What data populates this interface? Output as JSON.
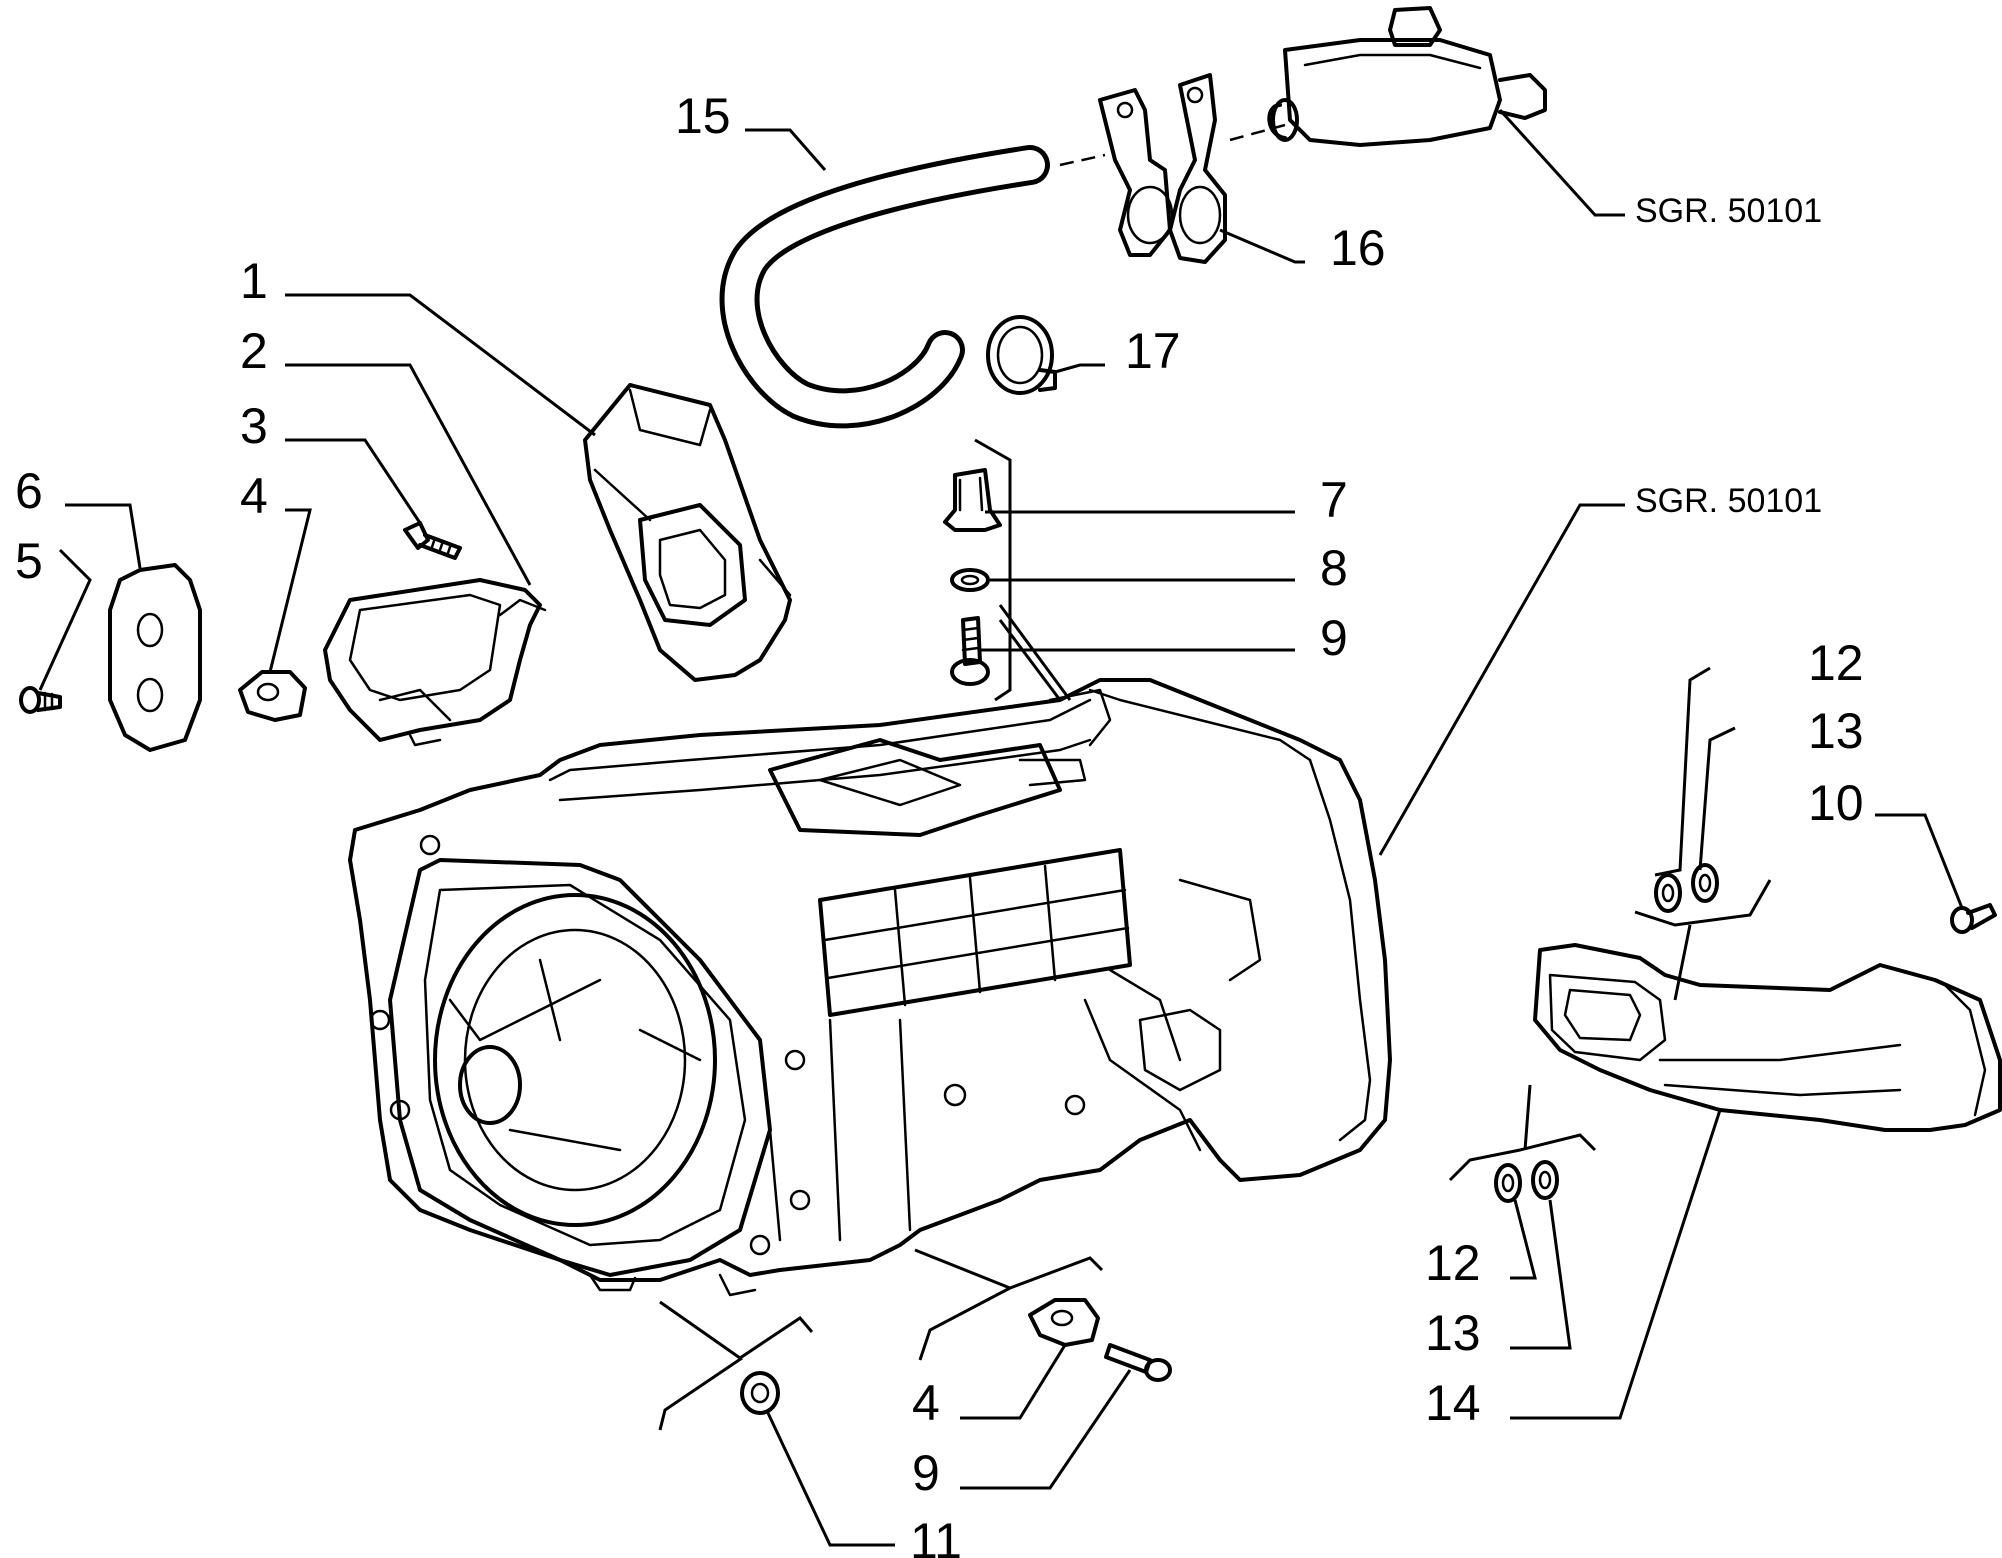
{
  "callouts": {
    "c1": "1",
    "c2": "2",
    "c3": "3",
    "c4": "4",
    "c5": "5",
    "c6": "6",
    "c7": "7",
    "c8": "8",
    "c9": "9",
    "c10": "10",
    "c11": "11",
    "c12a": "12",
    "c13a": "13",
    "c12b": "12",
    "c13b": "13",
    "c14": "14",
    "c15": "15",
    "c16": "16",
    "c17": "17",
    "c4b": "4",
    "c9b": "9"
  },
  "references": {
    "top": "SGR. 50101",
    "right": "SGR. 50101"
  }
}
